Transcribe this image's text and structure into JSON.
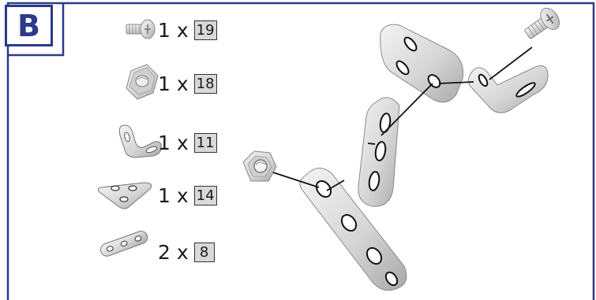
{
  "step": {
    "label": "B",
    "color": "#2b3a8c"
  },
  "parts_list": [
    {
      "icon": "screw-icon",
      "quantity": "1 x",
      "part_number": "19"
    },
    {
      "icon": "hex-nut-icon",
      "quantity": "1 x",
      "part_number": "18"
    },
    {
      "icon": "angle-bracket-icon",
      "quantity": "1 x",
      "part_number": "11"
    },
    {
      "icon": "triangular-plate-icon",
      "quantity": "1 x",
      "part_number": "14"
    },
    {
      "icon": "strip-3-hole-icon",
      "quantity": "2 x",
      "part_number": "8"
    }
  ]
}
